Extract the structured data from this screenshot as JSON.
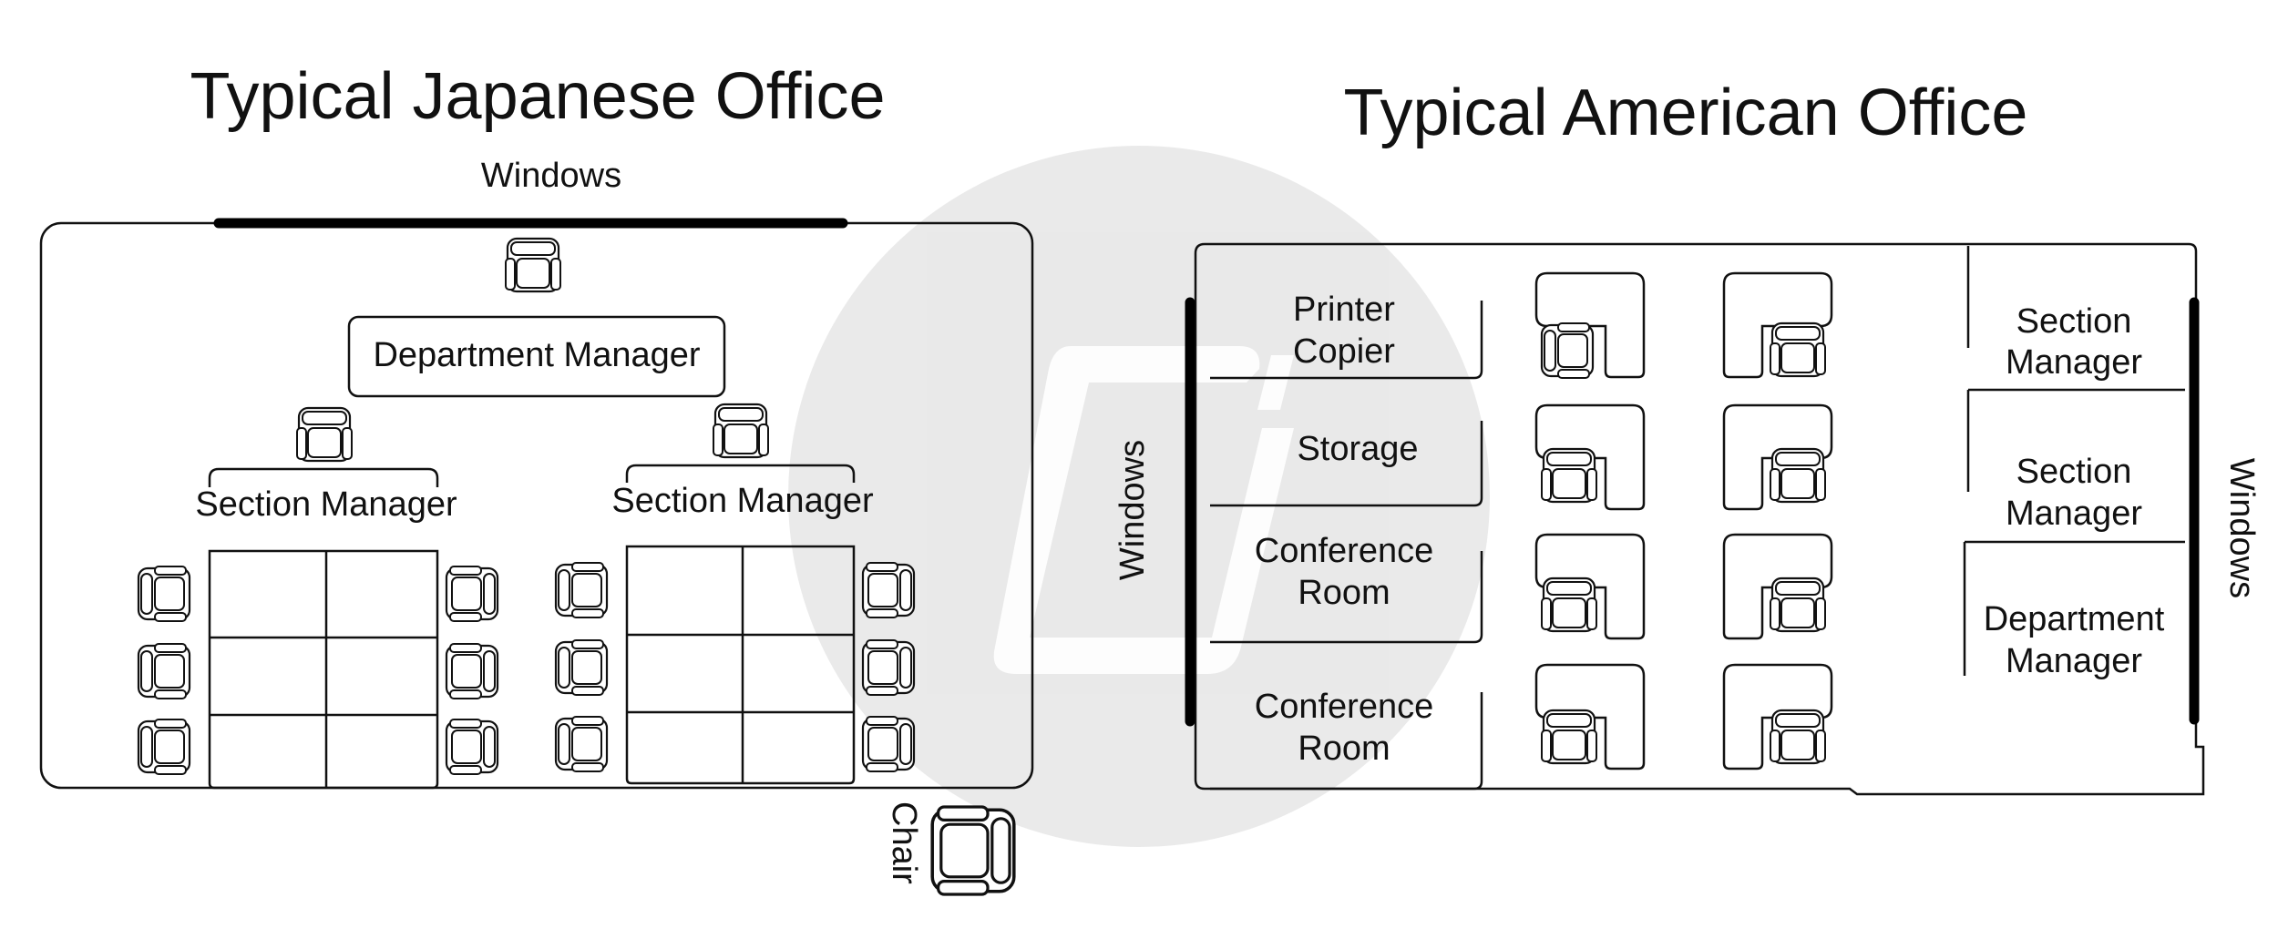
{
  "japanese_office": {
    "title": "Typical Japanese Office",
    "windows_label": "Windows",
    "department_manager_label": "Department Manager",
    "section_manager_left_label": "Section Manager",
    "section_manager_right_label": "Section Manager",
    "chair_legend_label": "Chair"
  },
  "american_office": {
    "title": "Typical American Office",
    "windows_left_label": "Windows",
    "windows_right_label": "Windows",
    "rooms": [
      {
        "line1": "Printer",
        "line2": "Copier"
      },
      {
        "line1": "Storage",
        "line2": ""
      },
      {
        "line1": "Conference",
        "line2": "Room"
      },
      {
        "line1": "Conference",
        "line2": "Room"
      }
    ],
    "offices": [
      {
        "line1": "Section",
        "line2": "Manager"
      },
      {
        "line1": "Section",
        "line2": "Manager"
      },
      {
        "line1": "Department",
        "line2": "Manager"
      }
    ]
  },
  "colors": {
    "line": "#111111",
    "window": "#000000",
    "watermark": "#e6e6e6",
    "background": "#ffffff"
  }
}
